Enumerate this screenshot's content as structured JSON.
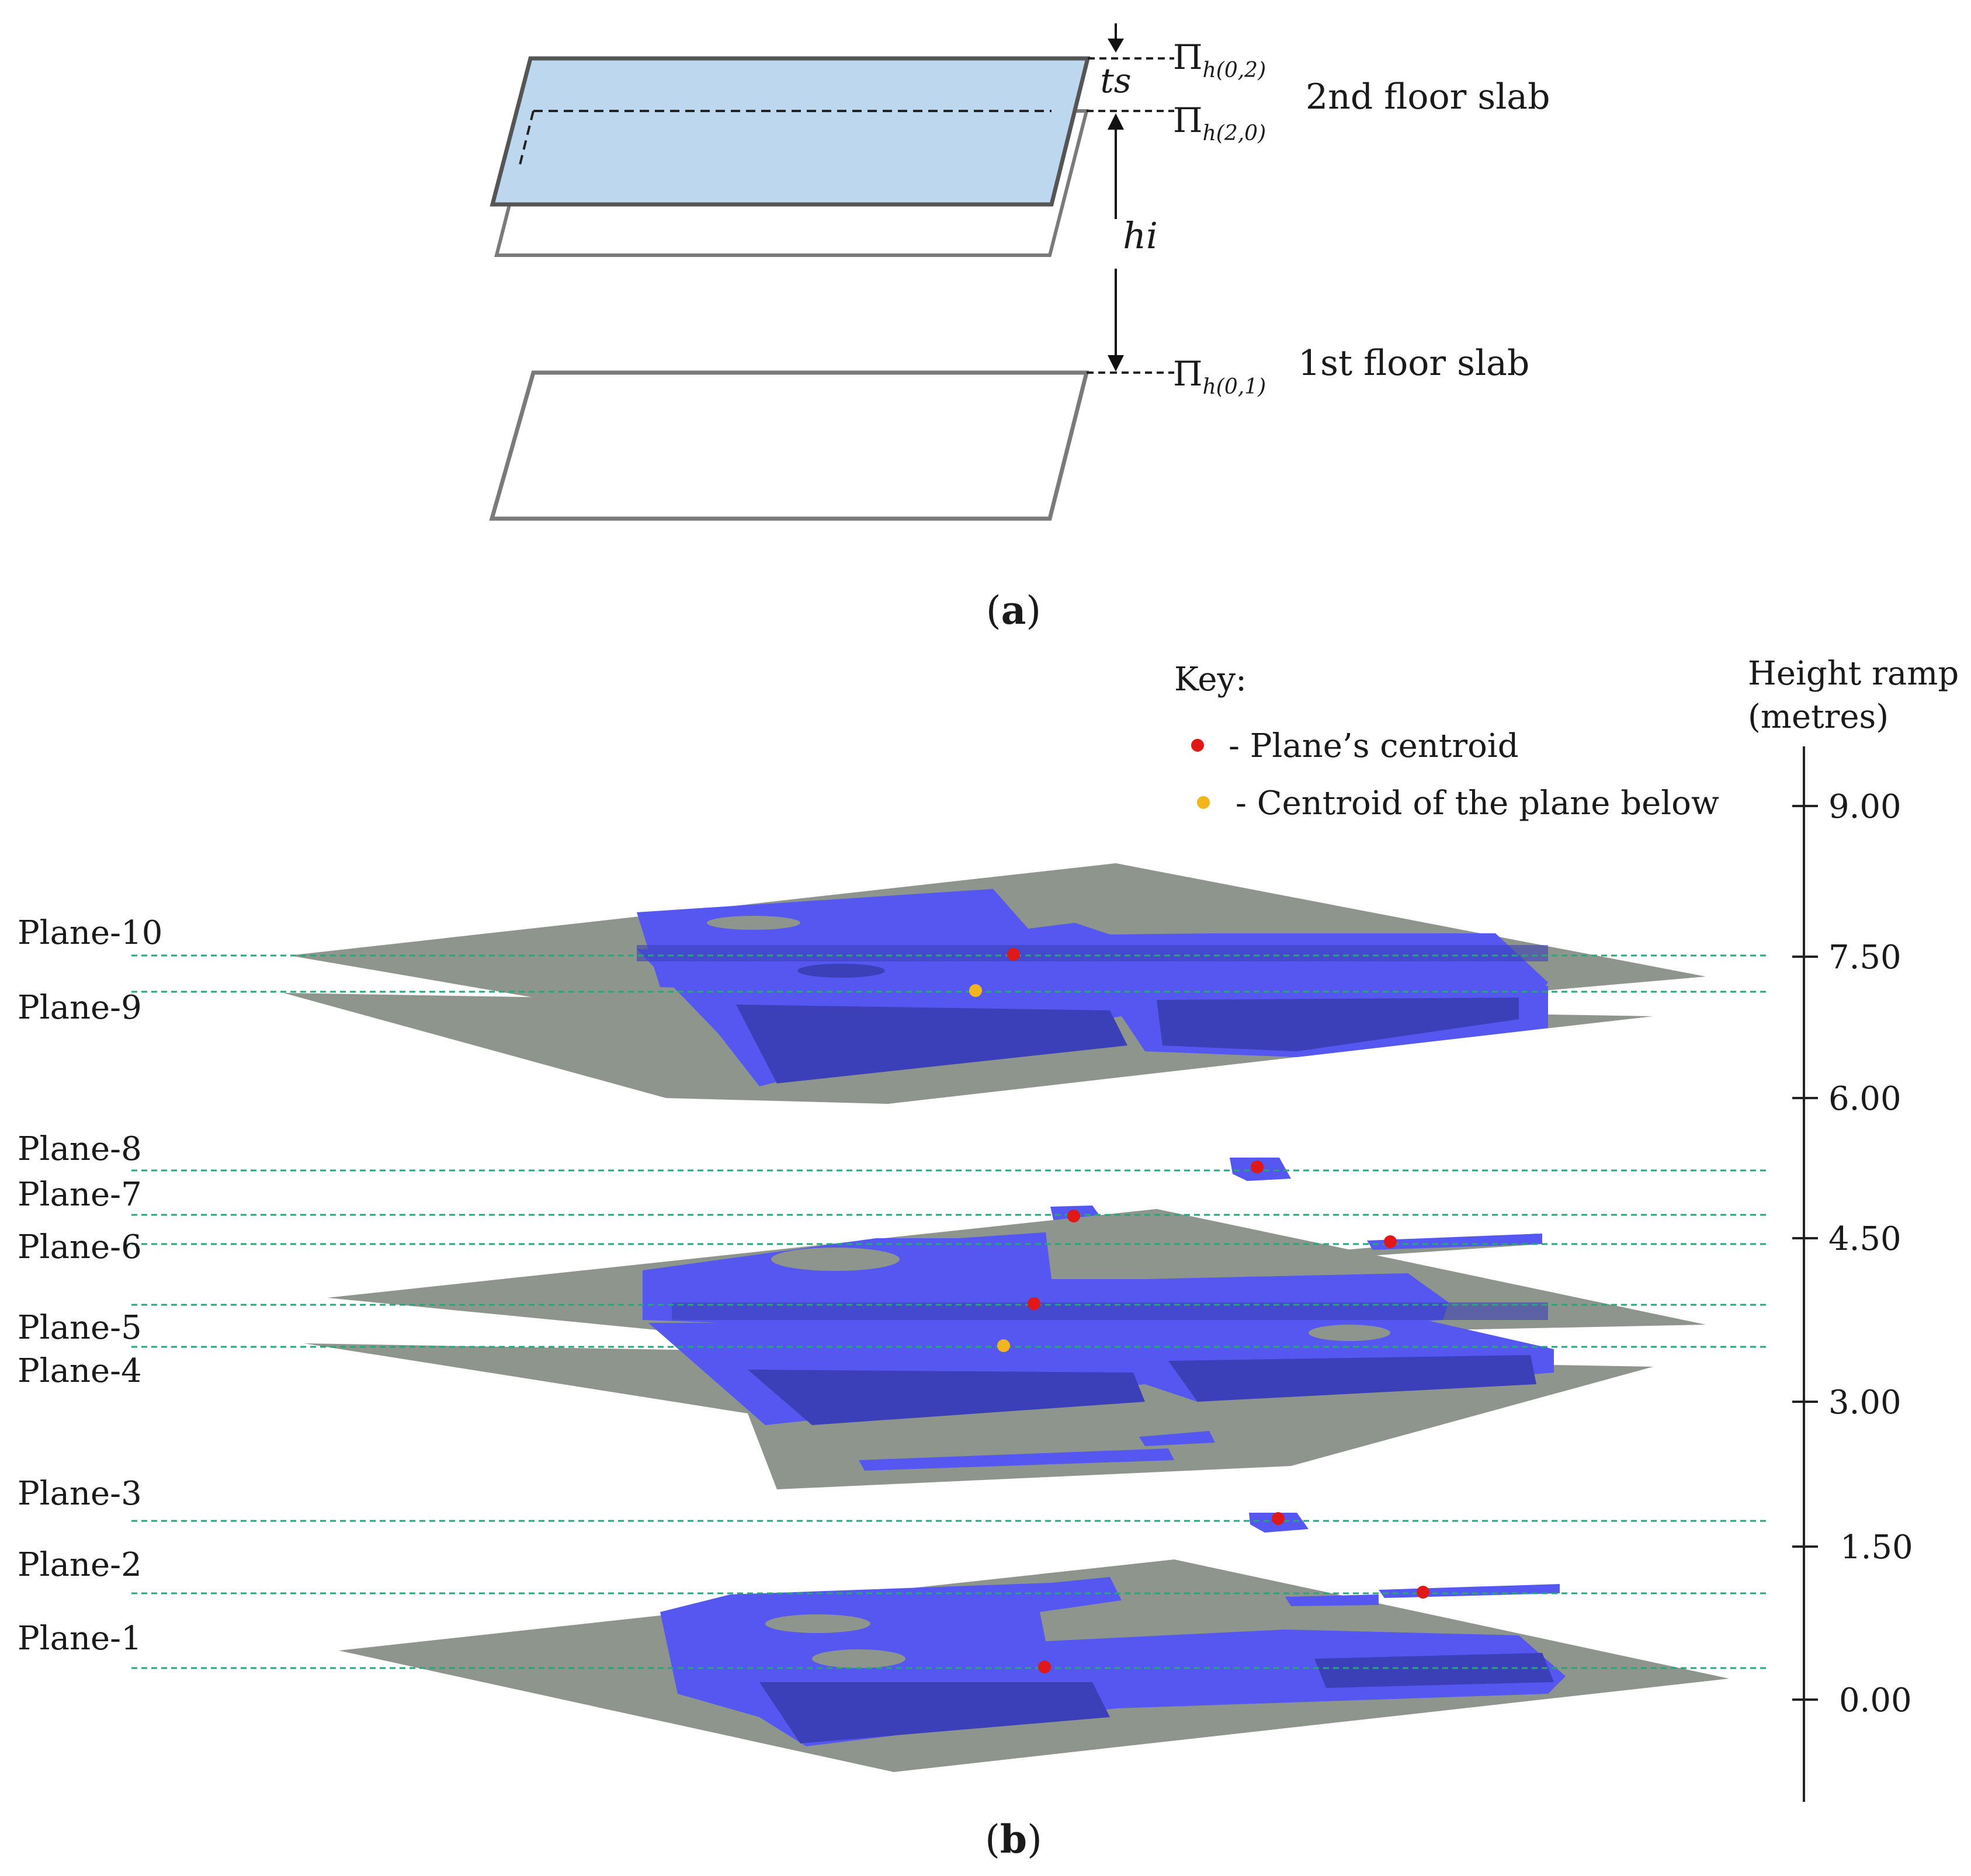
{
  "panel_a": {
    "caption_open": "(",
    "caption_letter": "a",
    "caption_close": ")",
    "pi_symbol": "Π",
    "pi_top_sub": "h(0,2)",
    "pi_mid_sub": "h(2,0)",
    "pi_bottom_sub": "h(0,1)",
    "ts_label": "ts",
    "hi_label": "hi",
    "second_floor_label": "2nd floor slab",
    "first_floor_label": "1st floor slab"
  },
  "panel_b": {
    "caption_open": "(",
    "caption_letter": "b",
    "caption_close": ")",
    "key_title": "Key:",
    "key_items": [
      {
        "label": "- Plane’s centroid",
        "color": "#e01818"
      },
      {
        "label": "- Centroid of the plane below",
        "color": "#f2b61c"
      }
    ],
    "ramp_title_line1": "Height ramp",
    "ramp_title_line2": "(metres)",
    "ramp_ticks": [
      "9.00",
      "7.50",
      "6.00",
      "4.50",
      "3.00",
      "1.50",
      "0.00"
    ],
    "plane_labels": [
      "Plane-10",
      "Plane-9",
      "Plane-8",
      "Plane-7",
      "Plane-6",
      "Plane-5",
      "Plane-4",
      "Plane-3",
      "Plane-2",
      "Plane-1"
    ],
    "colors": {
      "plane_fill": "#8e958c",
      "points_fill": "#5457f0",
      "points_dark": "#3b3fb8",
      "guide_line": "#27a67a",
      "slab_blue": "#bdd7ee"
    }
  }
}
